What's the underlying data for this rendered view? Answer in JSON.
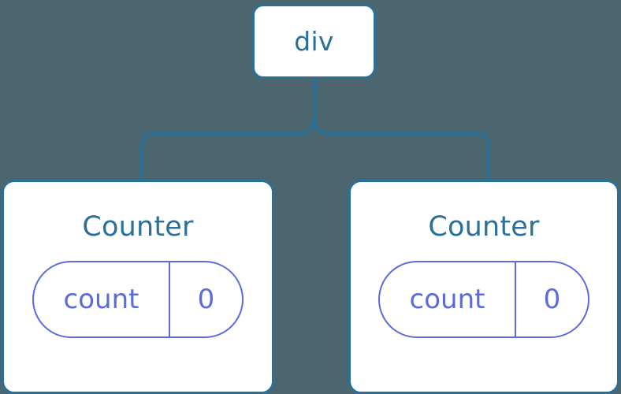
{
  "diagram": {
    "type": "component-tree",
    "background_color": "#4c6670",
    "node_border_color": "#2a7099",
    "node_text_color": "#2a7099",
    "state_pill_color": "#5b6bd8",
    "connector_color": "#2a7099",
    "root": {
      "label": "div"
    },
    "children": [
      {
        "label": "Counter",
        "state": {
          "key": "count",
          "value": "0"
        }
      },
      {
        "label": "Counter",
        "state": {
          "key": "count",
          "value": "0"
        }
      }
    ]
  }
}
